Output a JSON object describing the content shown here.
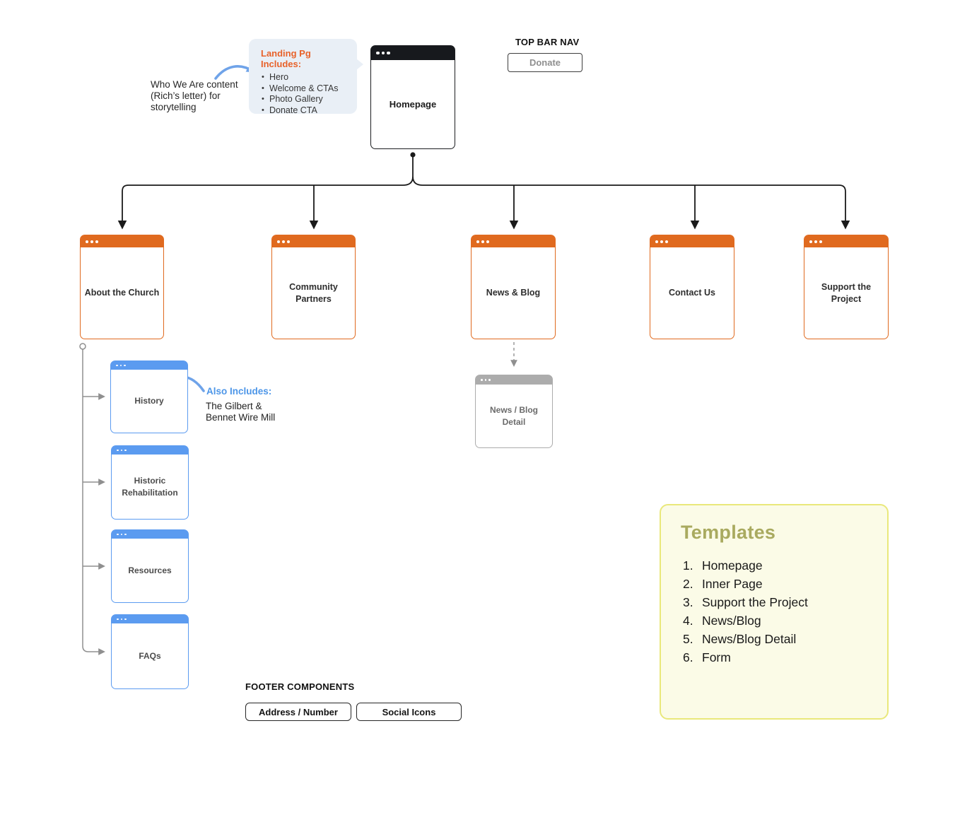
{
  "colors": {
    "orange_accent": "#E06A1F",
    "blue_accent": "#5B9BF0",
    "gray_accent": "#ACACAC",
    "black_bar": "#17191D",
    "annotation_arrow_blue": "#6FA3E9",
    "callout_background": "#E9EFF6",
    "callout_title_orange": "#E8622A",
    "templates_background": "#FBFBE7",
    "templates_border": "#E9E87B",
    "templates_title_olive": "#A9AA5F",
    "connector_black": "#1a1a1a",
    "connector_gray": "#8F8F8F"
  },
  "who_we_are_note": "Who We Are content\n(Rich’s letter) for\nstorytelling",
  "landing_callout": {
    "title": "Landing Pg Includes:",
    "items": [
      "Hero",
      "Welcome & CTAs",
      "Photo Gallery",
      "Donate CTA"
    ]
  },
  "top_bar_nav": {
    "label": "TOP BAR NAV",
    "donate_button": "Donate"
  },
  "nodes": {
    "homepage": {
      "label": "Homepage"
    },
    "about_the_church": {
      "label": "About the Church"
    },
    "community_partners": {
      "label": "Community\nPartners"
    },
    "news_blog": {
      "label": "News & Blog"
    },
    "contact_us": {
      "label": "Contact Us"
    },
    "support_the_project": {
      "label": "Support the\nProject"
    },
    "history": {
      "label": "History"
    },
    "historic_rehabilitation": {
      "label": "Historic\nRehabilitation"
    },
    "resources": {
      "label": "Resources"
    },
    "faqs": {
      "label": "FAQs"
    },
    "news_blog_detail": {
      "label": "News / Blog\nDetail"
    }
  },
  "also_includes": {
    "title": "Also Includes:",
    "body": "The Gilbert &\nBennet Wire Mill"
  },
  "templates_panel": {
    "title": "Templates",
    "items": [
      "Homepage",
      "Inner Page",
      "Support the Project",
      "News/Blog",
      "News/Blog Detail",
      "Form"
    ]
  },
  "footer_components": {
    "label": "FOOTER COMPONENTS",
    "buttons": [
      "Address / Number",
      "Social Icons"
    ]
  }
}
